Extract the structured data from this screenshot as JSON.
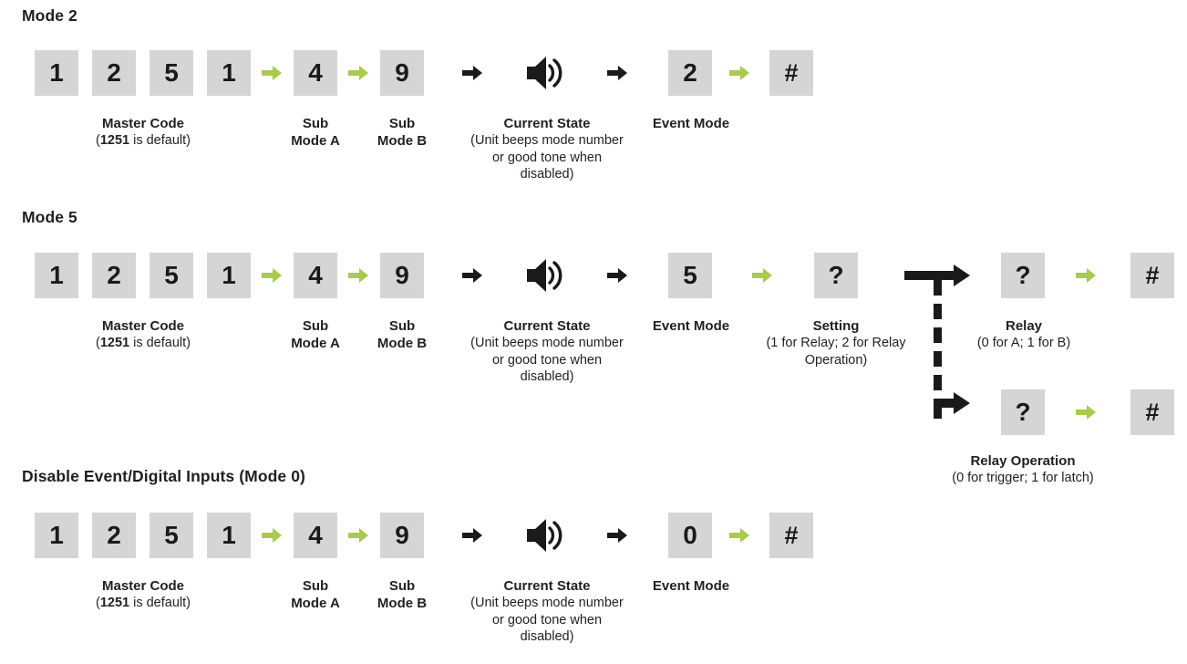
{
  "sections": [
    {
      "title": "Mode 2",
      "keys": [
        "1",
        "2",
        "5",
        "1",
        "4",
        "9",
        "2",
        "#"
      ],
      "captions": {
        "master_code": "Master Code",
        "master_code_sub_pre": "(",
        "master_code_sub_bold": "1251",
        "master_code_sub_post": " is default)",
        "sub_mode_a_line1": "Sub",
        "sub_mode_a_line2": "Mode A",
        "sub_mode_b_line1": "Sub",
        "sub_mode_b_line2": "Mode B",
        "current_state": "Current State",
        "current_state_sub": "(Unit beeps mode number or good tone when disabled)",
        "event_mode": "Event Mode"
      }
    },
    {
      "title": "Mode 5",
      "keys": [
        "1",
        "2",
        "5",
        "1",
        "4",
        "9",
        "5",
        "?"
      ],
      "branch_keys_top": [
        "?",
        "#"
      ],
      "branch_keys_bottom": [
        "?",
        "#"
      ],
      "captions": {
        "master_code": "Master Code",
        "master_code_sub_pre": "(",
        "master_code_sub_bold": "1251",
        "master_code_sub_post": " is default)",
        "sub_mode_a_line1": "Sub",
        "sub_mode_a_line2": "Mode A",
        "sub_mode_b_line1": "Sub",
        "sub_mode_b_line2": "Mode B",
        "current_state": "Current State",
        "current_state_sub": "(Unit beeps mode number or good tone when disabled)",
        "event_mode": "Event Mode",
        "setting": "Setting",
        "setting_sub": "(1 for Relay; 2 for Relay Operation)",
        "relay": "Relay",
        "relay_sub": "(0 for A; 1 for B)",
        "relay_operation": "Relay Operation",
        "relay_operation_sub": "(0 for trigger; 1 for latch)"
      }
    },
    {
      "title": "Disable Event/Digital Inputs (Mode 0)",
      "keys": [
        "1",
        "2",
        "5",
        "1",
        "4",
        "9",
        "0",
        "#"
      ],
      "captions": {
        "master_code": "Master Code",
        "master_code_sub_pre": "(",
        "master_code_sub_bold": "1251",
        "master_code_sub_post": " is default)",
        "sub_mode_a_line1": "Sub",
        "sub_mode_a_line2": "Mode A",
        "sub_mode_b_line1": "Sub",
        "sub_mode_b_line2": "Mode B",
        "current_state": "Current State",
        "current_state_sub": "(Unit beeps mode number or good tone when disabled)",
        "event_mode": "Event Mode"
      }
    }
  ],
  "icons": {
    "green_arrow": "arrow-right-green",
    "black_arrow": "arrow-right-black",
    "speaker": "speaker-sound-icon",
    "branch": "branch-split-connector"
  },
  "colors": {
    "key_background": "#d5d5d5",
    "key_text": "#1a1a1a",
    "green_arrow": "#a9c94f",
    "black_arrow": "#1a1a1a",
    "text": "#231f20",
    "page_background": "#ffffff"
  }
}
